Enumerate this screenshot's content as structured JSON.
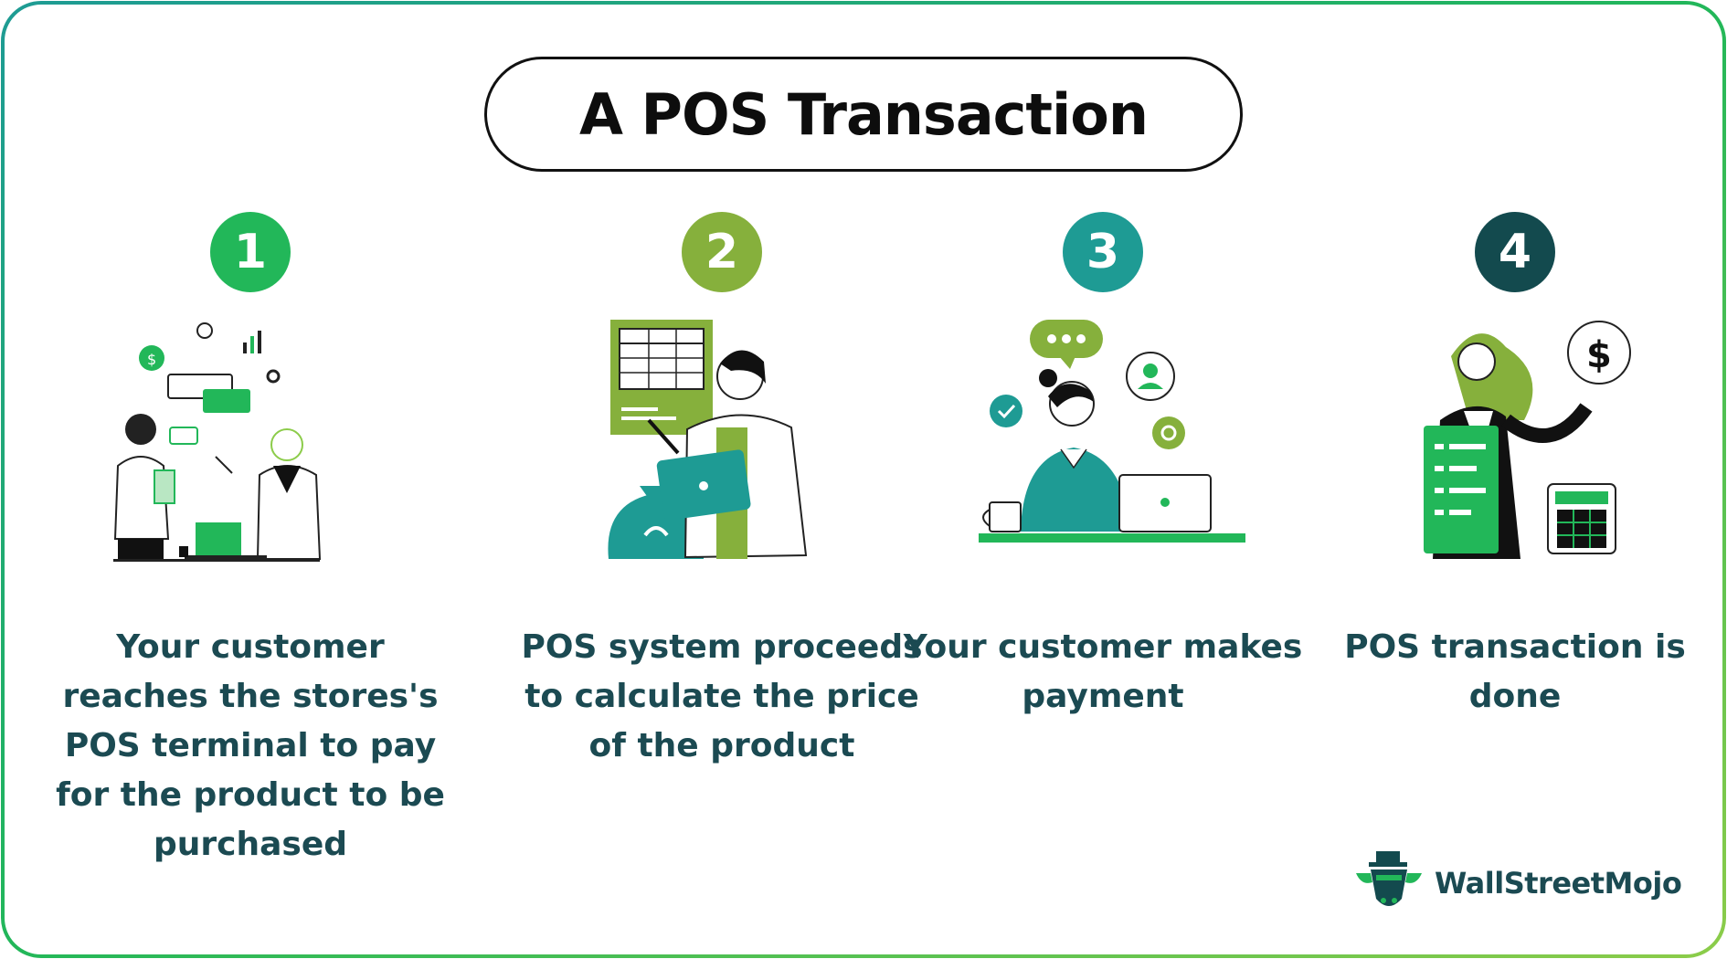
{
  "title": "A POS Transaction",
  "steps": [
    {
      "number": "1",
      "text": "Your customer reaches the stores's POS terminal to pay for the product to be purchased",
      "color": "#22b759"
    },
    {
      "number": "2",
      "text": "POS system proceeds to calculate the price of the product",
      "color": "#86b03c"
    },
    {
      "number": "3",
      "text": "Your customer makes payment",
      "color": "#1e9b94"
    },
    {
      "number": "4",
      "text": "POS transaction is done",
      "color": "#134a4e"
    }
  ],
  "brand": {
    "name": "WallStreetMojo"
  },
  "colors": {
    "green": "#22b759",
    "olive": "#86b03c",
    "teal": "#1e9b94",
    "dark": "#134a4e",
    "text": "#1b4a52"
  }
}
